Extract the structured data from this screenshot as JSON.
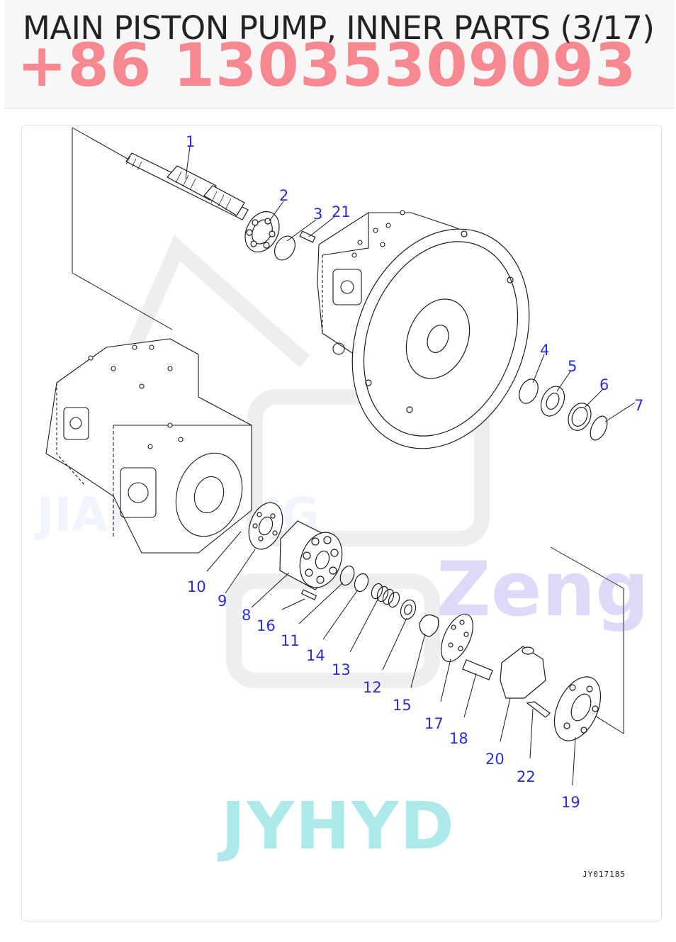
{
  "page": {
    "title": "MAIN PISTON PUMP, INNER PARTS (3/17)"
  },
  "diagram": {
    "drawing_code": "JY017185",
    "callouts": [
      "1",
      "2",
      "3",
      "21",
      "4",
      "5",
      "6",
      "7",
      "10",
      "9",
      "8",
      "16",
      "11",
      "14",
      "13",
      "12",
      "15",
      "17",
      "18",
      "20",
      "22",
      "19"
    ]
  },
  "watermarks": {
    "phone": "+86 13035309093",
    "brand_en": "Zeng",
    "brand_code": "JYHYD",
    "faint_text": "JIANGNING"
  },
  "colors": {
    "callout_text": "#2a2fd0",
    "phone_watermark": "#f54650",
    "line_art": "#1a1a1a"
  }
}
